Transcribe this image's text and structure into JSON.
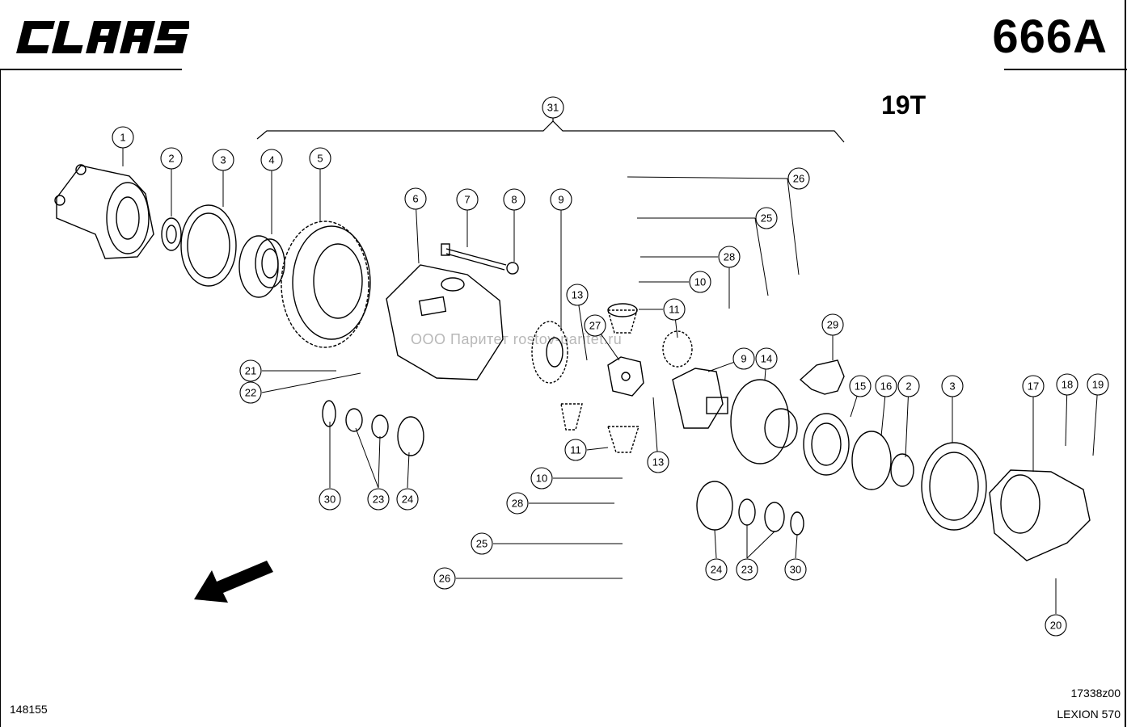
{
  "header": {
    "brand_text": "CLAAS",
    "sheet_number": "666A",
    "variant": "19T"
  },
  "footer": {
    "drawing_id": "148155",
    "image_code": "17338z00",
    "model": "LEXION 570"
  },
  "watermark": "ООО Паритет  rostov-paritet.ru",
  "callouts": [
    "31",
    "1",
    "2",
    "3",
    "4",
    "5",
    "6",
    "7",
    "8",
    "9",
    "13",
    "27",
    "26",
    "25",
    "28",
    "10",
    "11",
    "29",
    "14",
    "15",
    "16",
    "2",
    "3",
    "17",
    "18",
    "19",
    "21",
    "22",
    "30",
    "23",
    "24",
    "13",
    "11",
    "10",
    "28",
    "25",
    "26",
    "24",
    "23",
    "30",
    "20",
    "9"
  ]
}
